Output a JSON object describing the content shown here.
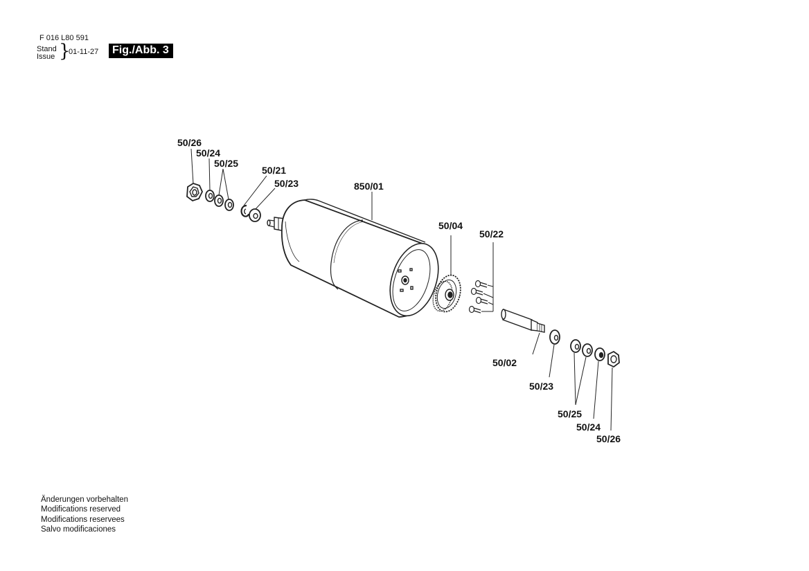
{
  "header": {
    "doc_number": "F 016 L80 591",
    "stand_label": "Stand",
    "issue_label": "Issue",
    "issue_date": "01-11-27",
    "figure_badge": "Fig./Abb. 3"
  },
  "callouts": {
    "left_nut": "50/26",
    "left_washer_24": "50/24",
    "left_washers_25": "50/25",
    "left_clip": "50/21",
    "left_washer_23": "50/23",
    "motor": "850/01",
    "gear": "50/04",
    "screws": "50/22",
    "shaft": "50/02",
    "right_washer_23": "50/23",
    "right_washers_25": "50/25",
    "right_washer_24": "50/24",
    "right_nut": "50/26"
  },
  "notes": [
    "Änderungen vorbehalten",
    "Modifications reserved",
    "Modifications reservees",
    "Salvo modificaciones"
  ]
}
